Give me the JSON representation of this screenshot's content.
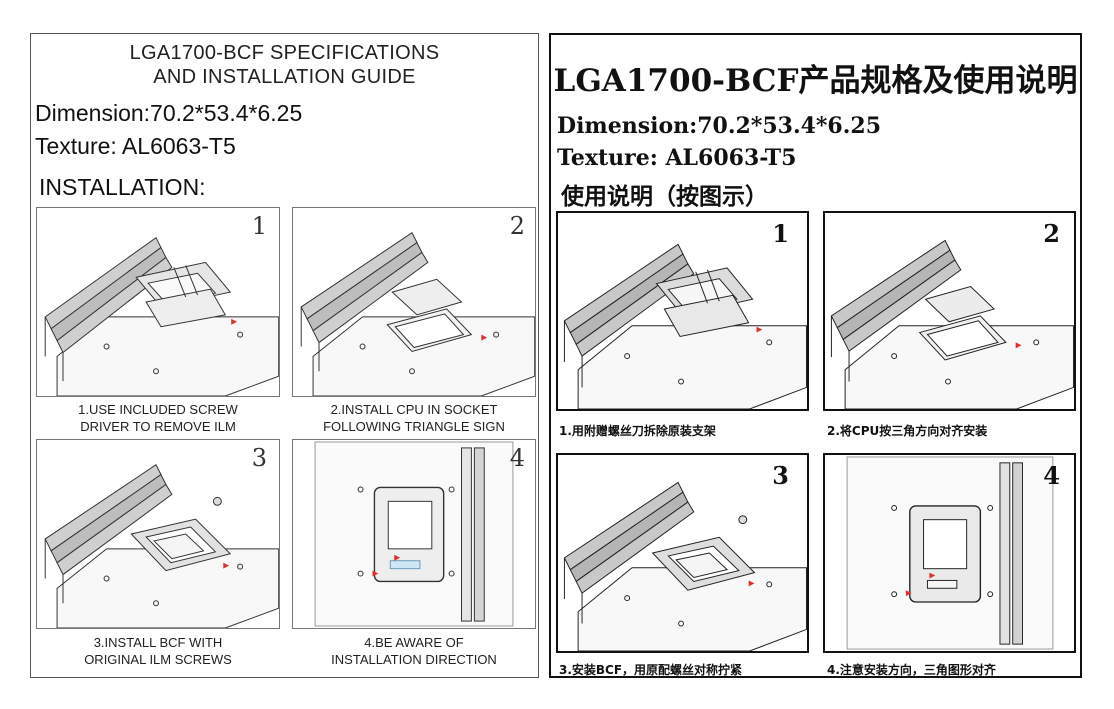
{
  "left": {
    "header_line1": "LGA1700-BCF SPECIFICATIONS",
    "header_line2": "AND INSTALLATION GUIDE",
    "dimension": "Dimension:70.2*53.4*6.25",
    "texture": "Texture:  AL6063-T5",
    "installation": "INSTALLATION:",
    "steps": [
      {
        "num": "1",
        "caption_line1": "1.USE INCLUDED SCREW",
        "caption_line2": "DRIVER TO REMOVE ILM"
      },
      {
        "num": "2",
        "caption_line1": "2.INSTALL CPU IN SOCKET",
        "caption_line2": "FOLLOWING TRIANGLE SIGN"
      },
      {
        "num": "3",
        "caption_line1": "3.INSTALL BCF WITH",
        "caption_line2": "ORIGINAL ILM SCREWS"
      },
      {
        "num": "4",
        "caption_line1": "4.BE AWARE OF",
        "caption_line2": "INSTALLATION  DIRECTION"
      }
    ]
  },
  "right": {
    "title": "LGA1700-BCF产品规格及使用说明",
    "dimension": "Dimension:70.2*53.4*6.25",
    "texture": "Texture:  AL6063-T5",
    "usage": "使用说明（按图示）",
    "steps": [
      {
        "num": "1",
        "caption": "1.用附赠螺丝刀拆除原装支架"
      },
      {
        "num": "2",
        "caption": "2.将CPU按三角方向对齐安装"
      },
      {
        "num": "3",
        "caption": "3.安装BCF，用原配螺丝对称拧紧"
      },
      {
        "num": "4",
        "caption": "4.注意安装方向，三角图形对齐"
      }
    ]
  },
  "colors": {
    "triangle_marker": "#e03030",
    "line_art": "#333333"
  }
}
